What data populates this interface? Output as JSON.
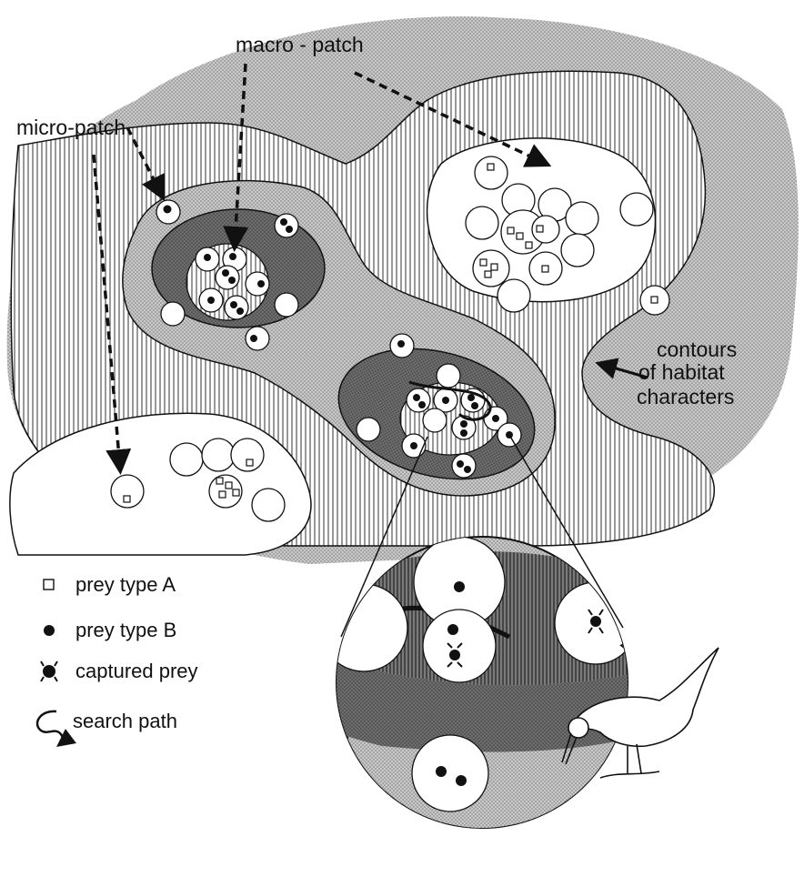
{
  "labels": {
    "macro_patch": "macro - patch",
    "micro_patch": "micro-patch",
    "contours_line1": "contours",
    "contours_line2": "of habitat",
    "contours_line3": "characters"
  },
  "legend": [
    {
      "symbol": "open-square",
      "label": "prey type A"
    },
    {
      "symbol": "filled-dot",
      "label": "prey type B"
    },
    {
      "symbol": "captured-prey-mark",
      "label": "captured prey"
    },
    {
      "symbol": "search-path-curve",
      "label": "search path"
    }
  ],
  "colors": {
    "stipple": "#bdbdbd",
    "dark_patch": "#6f6f6f",
    "hatch": "#333333",
    "ink": "#111111"
  }
}
